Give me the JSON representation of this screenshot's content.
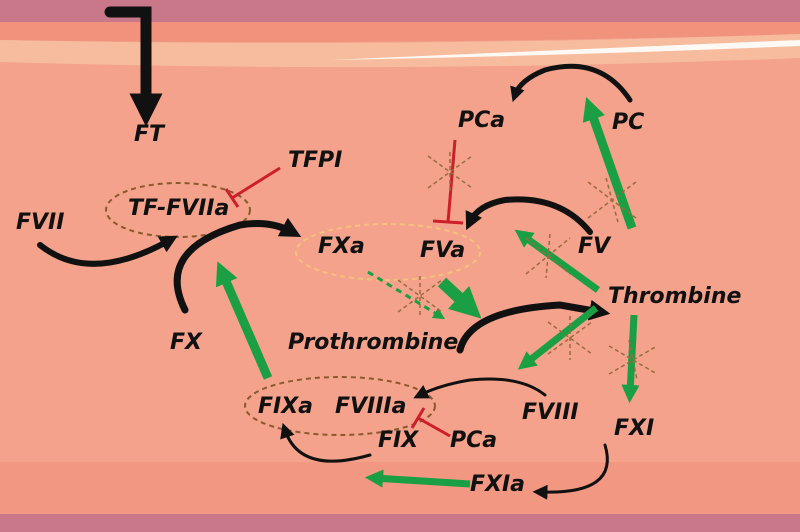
{
  "labels": {
    "ft": "FT",
    "tfpi": "TFPI",
    "tf_fviia": "TF-FVIIa",
    "fvii": "FVII",
    "fxa": "FXa",
    "fva": "FVa",
    "fx": "FX",
    "prothrombine": "Prothrombine",
    "pca_top": "PCa",
    "pc": "PC",
    "fv": "FV",
    "thrombine": "Thrombine",
    "fixa": "FIXa",
    "fviiia": "FVIIIa",
    "fviii": "FVIII",
    "fix": "FIX",
    "pca_bottom": "PCa",
    "fxi": "FXI",
    "fxia": "FXIa"
  },
  "colors": {
    "vessel_interior": "#f4a28c",
    "vessel_wall": "#c97889",
    "endothelium": "#f6bc9d",
    "activation_arrow": "#1a9f45",
    "inhibition": "#cc1f2b",
    "conversion_arrow": "#111111",
    "complex_outline": "#8a5a2c",
    "prothrombinase_outline": "#f4c27a",
    "cross_mark": "#9a6b3c"
  },
  "icons": {
    "inhibited_marker": "asterisk-cross-icon"
  }
}
